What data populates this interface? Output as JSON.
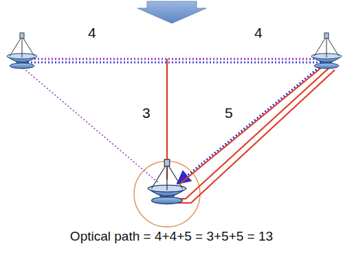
{
  "diagram": {
    "caption": "Optical path = 4+4+5 = 3+5+5 = 13",
    "labels": [
      "4",
      "4",
      "3",
      "5"
    ]
  }
}
